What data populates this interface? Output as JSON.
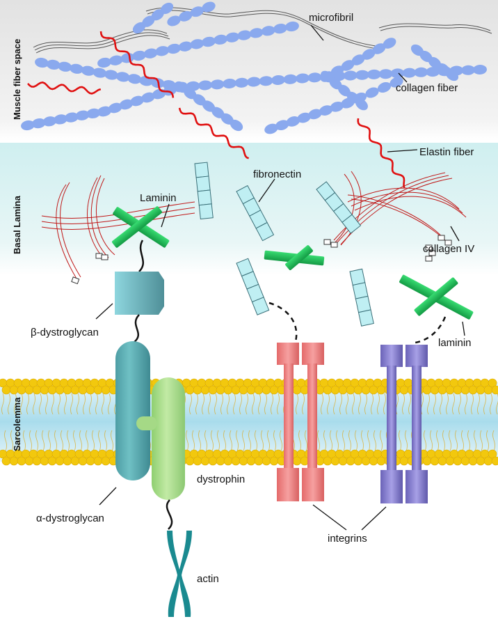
{
  "regions": {
    "muscle_fiber_space": "Muscle fiber space",
    "basal_lamina": "Basal Lamina",
    "sarcolemma": "Sarcolemma"
  },
  "labels": {
    "microfibril": "microfibril",
    "collagen_fiber": "collagen fiber",
    "elastin_fiber": "Elastin fiber",
    "fibronectin": "fibronectin",
    "laminin_top": "Laminin",
    "collagen_iv": "collagen IV",
    "beta_dystroglycan": "β-dystroglycan",
    "laminin_bottom": "laminin",
    "dystrophin": "dystrophin",
    "alpha_dystroglycan": "α-dystroglycan",
    "integrins": "integrins",
    "actin": "actin"
  },
  "colors": {
    "collagen_bead": "#8aa9ee",
    "elastin": "#e01010",
    "laminin": "#1fc25a",
    "fibronectin_fill": "#bfeff3",
    "collagen_iv": "#c01818",
    "dystroglycan": "#5fb3b8",
    "dystrophin": "#a9dc8a",
    "integrin_red": "#ee8080",
    "integrin_purple": "#8078cc",
    "actin": "#1a8a90",
    "lipid_head": "#f2c80e"
  }
}
